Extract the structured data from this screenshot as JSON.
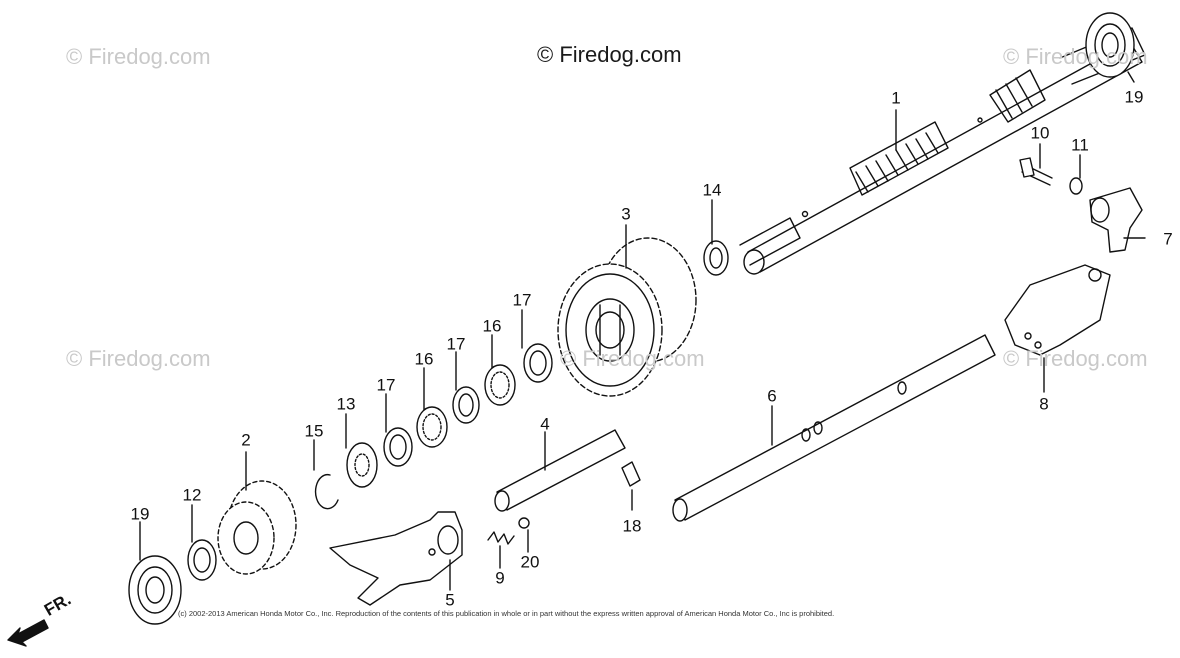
{
  "watermarks": {
    "main": "© Firedog.com",
    "faint": "© Firedog.com"
  },
  "callouts": [
    "1",
    "2",
    "3",
    "4",
    "5",
    "6",
    "7",
    "8",
    "9",
    "10",
    "11",
    "12",
    "13",
    "14",
    "15",
    "16",
    "16",
    "17",
    "17",
    "17",
    "18",
    "19",
    "19",
    "20"
  ],
  "copyright": "(c) 2002-2013 American Honda Motor Co., Inc. Reproduction of the contents of this publication in whole or in part without the express written approval of American Honda Motor Co., Inc is prohibited.",
  "direction_label": "FR.",
  "colors": {
    "line": "#111111",
    "watermark": "#c9c9c9",
    "background": "#ffffff"
  }
}
